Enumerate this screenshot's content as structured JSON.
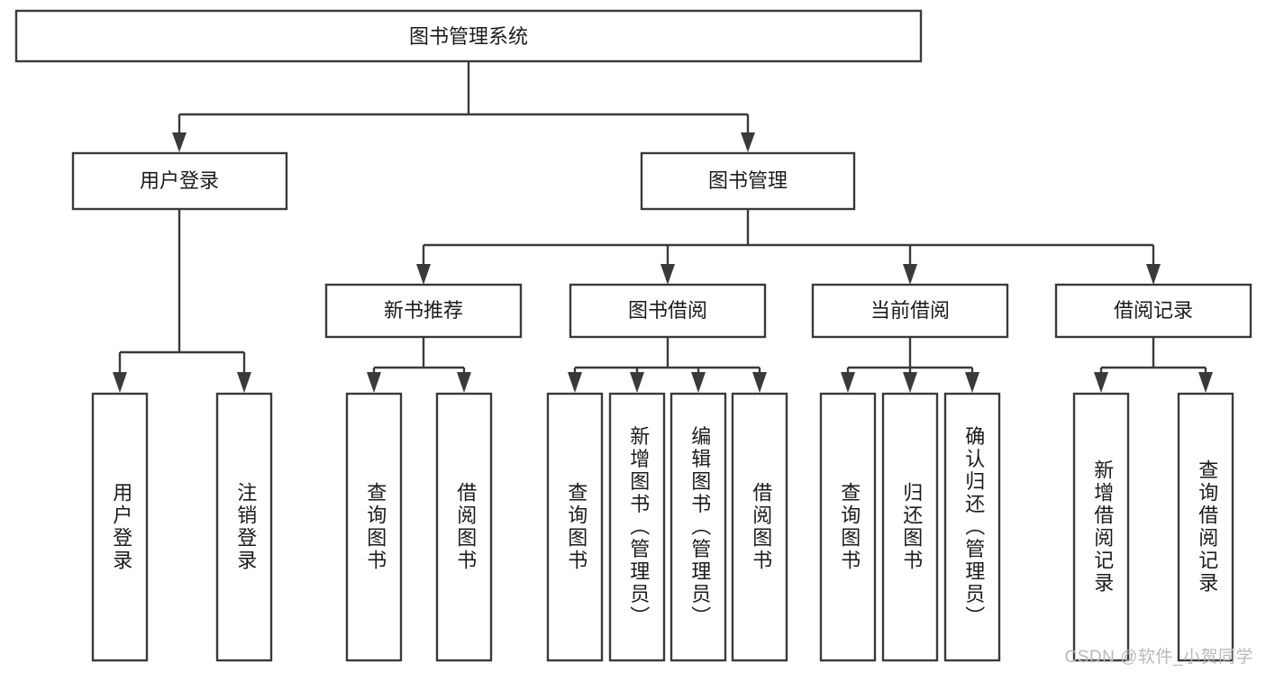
{
  "diagram": {
    "title": "图书管理系统",
    "type": "function-structure-tree",
    "watermark": "CSDN @软件_小贺同学",
    "colors": {
      "stroke": "#3a3a3a",
      "fill": "#ffffff",
      "text": "#1b1b1b",
      "watermark": "#b9b9b9"
    },
    "levels": {
      "level1": [
        {
          "id": "root",
          "label": "图书管理系统"
        }
      ],
      "level2": [
        {
          "id": "user-login",
          "label": "用户登录",
          "parent": "root"
        },
        {
          "id": "book-manage",
          "label": "图书管理",
          "parent": "root"
        }
      ],
      "level3": [
        {
          "id": "new-book-recommend",
          "label": "新书推荐",
          "parent": "book-manage"
        },
        {
          "id": "book-borrow",
          "label": "图书借阅",
          "parent": "book-manage"
        },
        {
          "id": "current-borrow",
          "label": "当前借阅",
          "parent": "book-manage"
        },
        {
          "id": "borrow-record",
          "label": "借阅记录",
          "parent": "book-manage"
        }
      ],
      "leaves": [
        {
          "id": "leaf-user-login",
          "label": "用户登录",
          "parent": "user-login"
        },
        {
          "id": "leaf-logout-login",
          "label": "注销登录",
          "parent": "user-login"
        },
        {
          "id": "leaf-query-book-1",
          "label": "查询图书",
          "parent": "new-book-recommend"
        },
        {
          "id": "leaf-borrow-book-1",
          "label": "借阅图书",
          "parent": "new-book-recommend"
        },
        {
          "id": "leaf-query-book-2",
          "label": "查询图书",
          "parent": "book-borrow"
        },
        {
          "id": "leaf-add-book",
          "label": "新增图书（管理员）",
          "parent": "book-borrow"
        },
        {
          "id": "leaf-edit-book",
          "label": "编辑图书（管理员）",
          "parent": "book-borrow"
        },
        {
          "id": "leaf-borrow-book-2",
          "label": "借阅图书",
          "parent": "book-borrow"
        },
        {
          "id": "leaf-query-book-3",
          "label": "查询图书",
          "parent": "current-borrow"
        },
        {
          "id": "leaf-return-book",
          "label": "归还图书",
          "parent": "current-borrow"
        },
        {
          "id": "leaf-confirm-return",
          "label": "确认归还（管理员）",
          "parent": "current-borrow"
        },
        {
          "id": "leaf-add-record",
          "label": "新增借阅记录",
          "parent": "borrow-record"
        },
        {
          "id": "leaf-query-record",
          "label": "查询借阅记录",
          "parent": "borrow-record"
        }
      ]
    }
  }
}
